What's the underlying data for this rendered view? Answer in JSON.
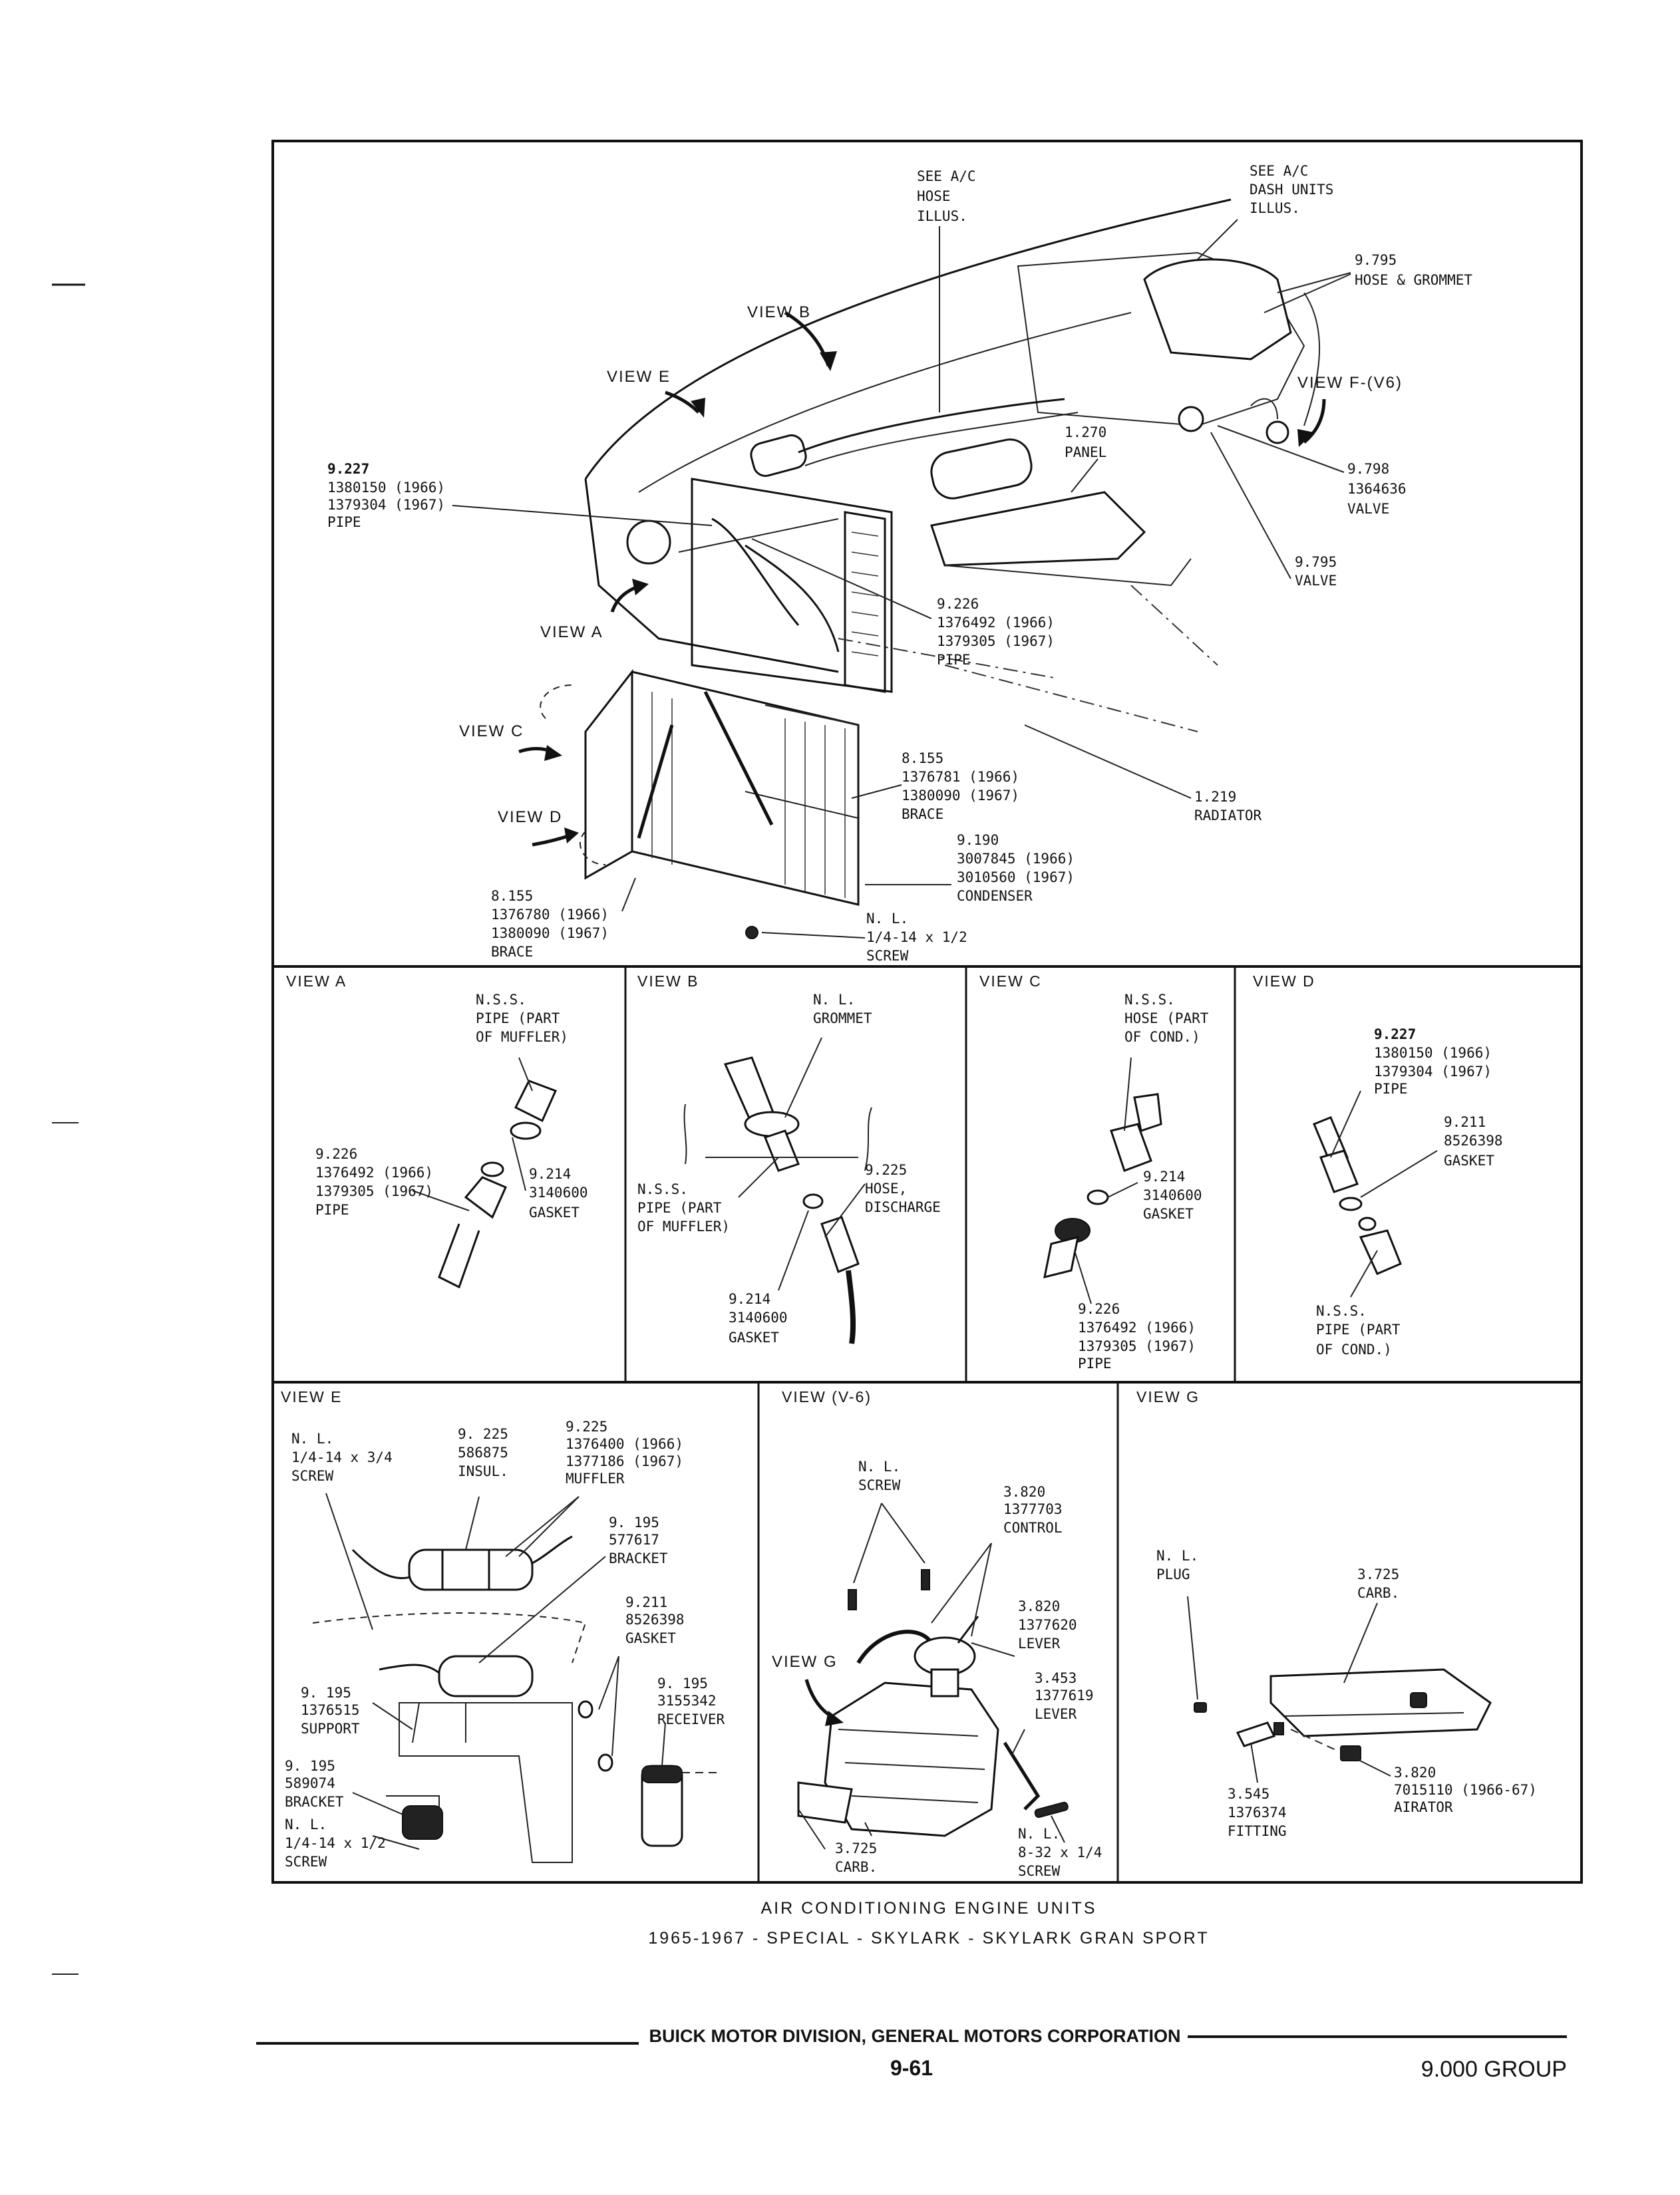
{
  "caption": {
    "line1": "AIR CONDITIONING ENGINE UNITS",
    "line2": "1965-1967 - SPECIAL - SKYLARK - SKYLARK GRAN SPORT"
  },
  "footer": {
    "division": "BUICK MOTOR DIVISION, GENERAL MOTORS CORPORATION",
    "page": "9-61",
    "group": "9.000 GROUP"
  },
  "main": {
    "views": {
      "b": "VIEW B",
      "e": "VIEW E",
      "a": "VIEW A",
      "c": "VIEW C",
      "d": "VIEW D",
      "f": "VIEW F-(V6)"
    },
    "hose_ref": [
      "SEE A/C",
      "HOSE",
      "ILLUS."
    ],
    "dash_ref": [
      "SEE A/C",
      "DASH UNITS",
      "ILLUS."
    ],
    "hose_grommet": [
      "9.795",
      "HOSE & GROMMET"
    ],
    "panel": [
      "1.270",
      "PANEL"
    ],
    "valve1": [
      "9.798",
      "1364636",
      "VALVE"
    ],
    "valve2": [
      "9.795",
      "VALVE"
    ],
    "pipe_227": [
      "9.227",
      "1380150 (1966)",
      "1379304 (1967)",
      "PIPE"
    ],
    "pipe_226": [
      "9.226",
      "1376492 (1966)",
      "1379305 (1967)",
      "PIPE"
    ],
    "brace_upper": [
      "8.155",
      "1376781 (1966)",
      "1380090 (1967)",
      "BRACE"
    ],
    "radiator": [
      "1.219",
      "RADIATOR"
    ],
    "condenser": [
      "9.190",
      "3007845 (1966)",
      "3010560 (1967)",
      "CONDENSER"
    ],
    "brace_lower": [
      "8.155",
      "1376780 (1966)",
      "1380090 (1967)",
      "BRACE"
    ],
    "screw": [
      "N. L.",
      "1/4-14 x 1/2",
      "SCREW"
    ]
  },
  "view_a": {
    "title": "VIEW A",
    "nss": [
      "N.S.S.",
      "PIPE (PART",
      "OF MUFFLER)"
    ],
    "pipe": [
      "9.226",
      "1376492 (1966)",
      "1379305 (1967)",
      "PIPE"
    ],
    "gasket": [
      "9.214",
      "3140600",
      "GASKET"
    ]
  },
  "view_b": {
    "title": "VIEW B",
    "grommet": [
      "N. L.",
      "GROMMET"
    ],
    "nss": [
      "N.S.S.",
      "PIPE (PART",
      "OF MUFFLER)"
    ],
    "hose": [
      "9.225",
      "HOSE,",
      "DISCHARGE"
    ],
    "gasket": [
      "9.214",
      "3140600",
      "GASKET"
    ]
  },
  "view_c": {
    "title": "VIEW C",
    "nss": [
      "N.S.S.",
      "HOSE (PART",
      "OF COND.)"
    ],
    "gasket": [
      "9.214",
      "3140600",
      "GASKET"
    ],
    "pipe": [
      "9.226",
      "1376492 (1966)",
      "1379305 (1967)",
      "PIPE"
    ]
  },
  "view_d": {
    "title": "VIEW D",
    "pipe": [
      "9.227",
      "1380150 (1966)",
      "1379304 (1967)",
      "PIPE"
    ],
    "gasket": [
      "9.211",
      "8526398",
      "GASKET"
    ],
    "nss": [
      "N.S.S.",
      "PIPE (PART",
      "OF COND.)"
    ]
  },
  "view_e": {
    "title": "VIEW E",
    "screw_top": [
      "N. L.",
      "1/4-14 x 3/4",
      "SCREW"
    ],
    "insul": [
      "9. 225",
      "586875",
      "INSUL."
    ],
    "muffler": [
      "9.225",
      "1376400 (1966)",
      "1377186 (1967)",
      "MUFFLER"
    ],
    "bracket_1": [
      "9. 195",
      "577617",
      "BRACKET"
    ],
    "gasket": [
      "9.211",
      "8526398",
      "GASKET"
    ],
    "receiver": [
      "9. 195",
      "3155342",
      "RECEIVER"
    ],
    "support": [
      "9. 195",
      "1376515",
      "SUPPORT"
    ],
    "bracket_2": [
      "9. 195",
      "589074",
      "BRACKET"
    ],
    "screw_bottom": [
      "N. L.",
      "1/4-14 x 1/2",
      "SCREW"
    ]
  },
  "view_v6": {
    "title": "VIEW (V-6)",
    "screw": [
      "N. L.",
      "SCREW"
    ],
    "control": [
      "3.820",
      "1377703",
      "CONTROL"
    ],
    "lever_1": [
      "3.820",
      "1377620",
      "LEVER"
    ],
    "lever_2": [
      "3.453",
      "1377619",
      "LEVER"
    ],
    "view_g": "VIEW G",
    "carb": [
      "3.725",
      "CARB."
    ],
    "screw_2": [
      "N. L.",
      "8-32 x 1/4",
      "SCREW"
    ]
  },
  "view_g": {
    "title": "VIEW G",
    "plug": [
      "N. L.",
      "PLUG"
    ],
    "carb": [
      "3.725",
      "CARB."
    ],
    "fitting": [
      "3.545",
      "1376374",
      "FITTING"
    ],
    "airator": [
      "3.820",
      "7015110 (1966-67)",
      "AIRATOR"
    ]
  }
}
